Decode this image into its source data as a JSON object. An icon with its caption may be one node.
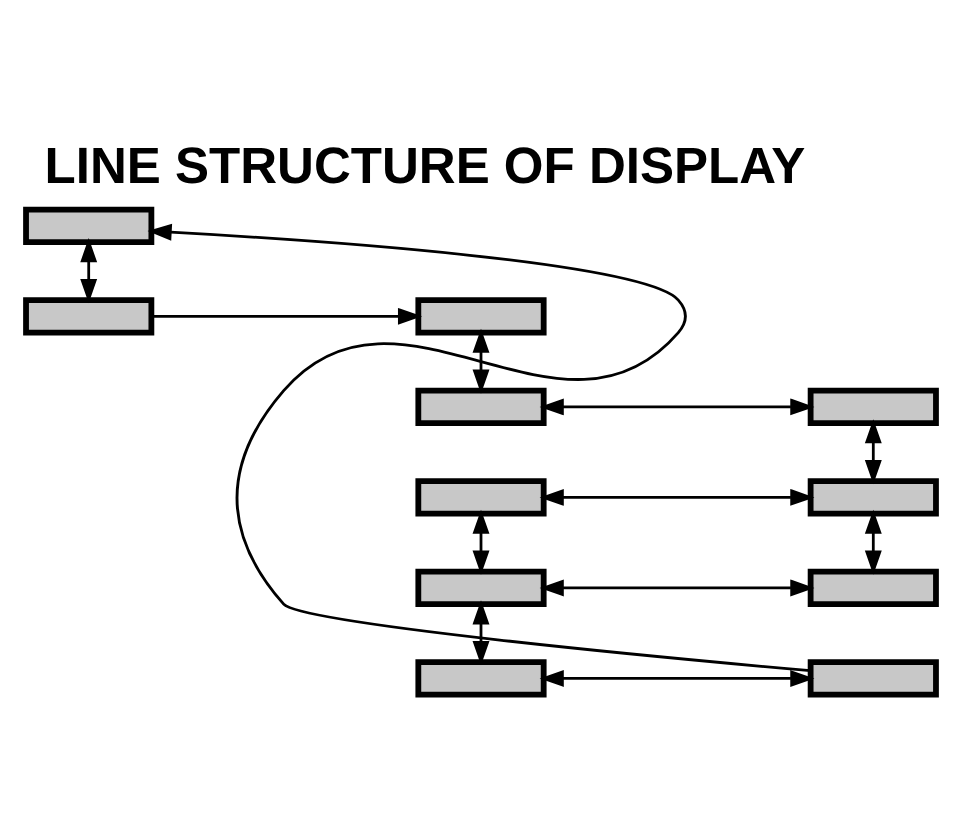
{
  "diagram": {
    "title": "LINE STRUCTURE OF DISPLAY",
    "nodes": [
      {
        "text": [],
        "shape": "box"
      },
      {
        "text": [],
        "shape": "box"
      },
      {
        "text": [],
        "shape": "box"
      },
      {
        "text": [],
        "shape": "box"
      },
      {
        "text": [],
        "shape": "box"
      },
      {
        "text": [],
        "shape": "box"
      },
      {
        "text": [],
        "shape": "box"
      },
      {
        "text": [],
        "shape": "box"
      },
      {
        "text": [],
        "shape": "box"
      },
      {
        "text": [],
        "shape": "box"
      },
      {
        "text": [],
        "shape": "box"
      }
    ],
    "edges": [
      {
        "from": 0,
        "to": 1,
        "arrow": "both"
      },
      {
        "from": 1,
        "to": 2,
        "arrow": "to"
      },
      {
        "from": 2,
        "to": 3,
        "arrow": "both"
      },
      {
        "from": 3,
        "to": 4,
        "arrow": "both"
      },
      {
        "from": 4,
        "to": 6,
        "arrow": "both"
      },
      {
        "from": 5,
        "to": 6,
        "arrow": "both"
      },
      {
        "from": 5,
        "to": 7,
        "arrow": "both"
      },
      {
        "from": 6,
        "to": 8,
        "arrow": "both"
      },
      {
        "from": 7,
        "to": 8,
        "arrow": "both"
      },
      {
        "from": 7,
        "to": 9,
        "arrow": "both"
      },
      {
        "from": 9,
        "to": 10,
        "arrow": "both"
      },
      {
        "from": 10,
        "to": 0,
        "arrow": "to"
      }
    ]
  }
}
